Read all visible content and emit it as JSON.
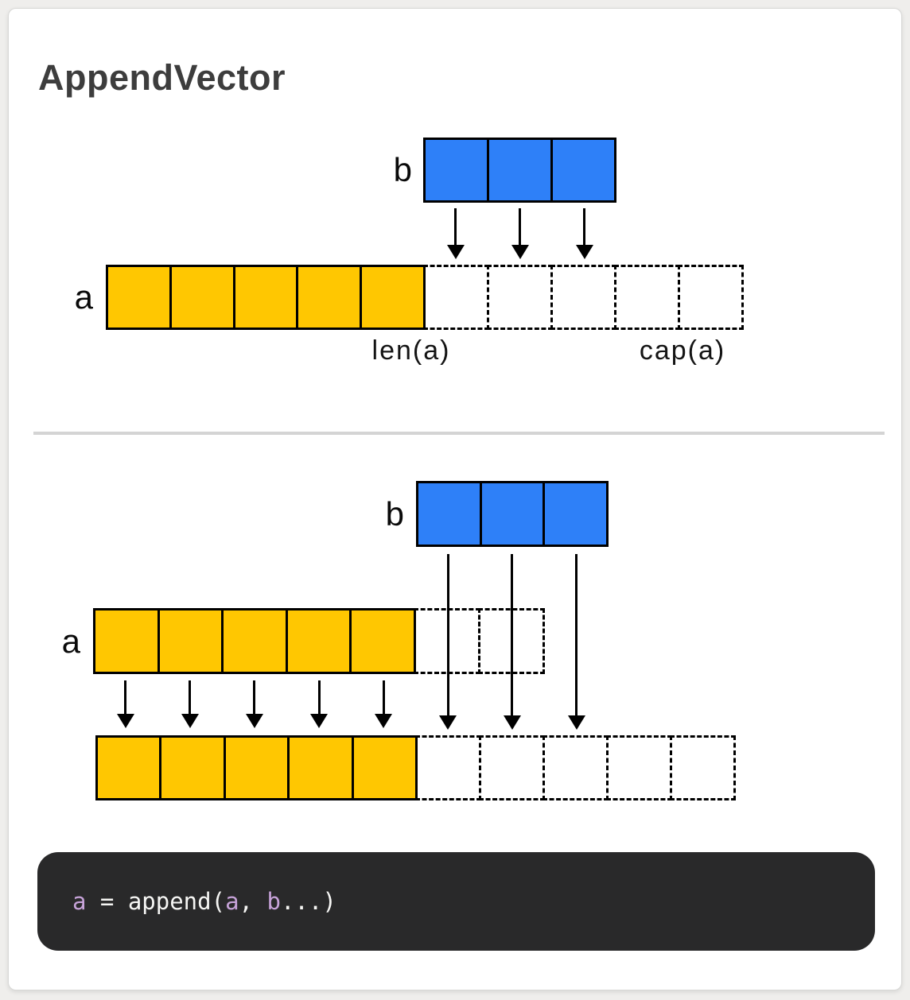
{
  "page": {
    "title": "AppendVector"
  },
  "colors": {
    "page_bg": "#efeeec",
    "card_bg": "#ffffff",
    "blue": "#2e80f8",
    "yellow": "#ffc701",
    "divider": "#d4d4d4",
    "code_bg": "#29292a",
    "code_text": "#f6f6f4",
    "code_var": "#c7a3d9"
  },
  "diagram_before": {
    "b_label": "b",
    "a_label": "a",
    "b_cells": 3,
    "a_filled_cells": 5,
    "a_empty_cells": 5,
    "copy_arrows": 3,
    "len_label": "len(a)",
    "cap_label": "cap(a)"
  },
  "diagram_after": {
    "b_label": "b",
    "a_label": "a",
    "b_cells": 3,
    "a_filled_cells": 5,
    "a_empty_cells": 2,
    "b_copy_arrows": 3,
    "a_copy_arrows": 5,
    "result_filled_cells": 5,
    "result_empty_cells": 5
  },
  "code": {
    "tokens": [
      {
        "text": "a",
        "type": "var"
      },
      {
        "text": " = append(",
        "type": "plain"
      },
      {
        "text": "a",
        "type": "var"
      },
      {
        "text": ", ",
        "type": "plain"
      },
      {
        "text": "b",
        "type": "var"
      },
      {
        "text": "...)",
        "type": "plain"
      }
    ]
  }
}
